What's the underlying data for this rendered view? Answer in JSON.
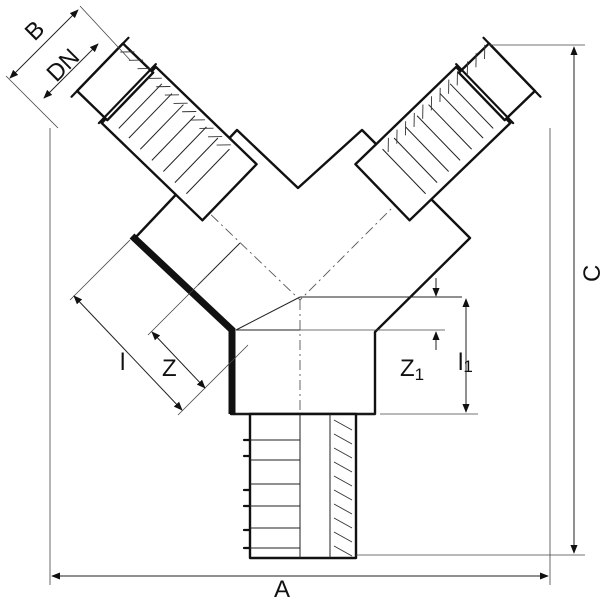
{
  "labels": {
    "b": "B",
    "dn": "DN",
    "c": "C",
    "a": "A",
    "l": "l",
    "z": "Z",
    "z1_main": "Z",
    "z1_sub": "1",
    "l1_main": "l",
    "l1_sub": "1"
  },
  "colors": {
    "line": "#111111",
    "background": "#ffffff"
  }
}
